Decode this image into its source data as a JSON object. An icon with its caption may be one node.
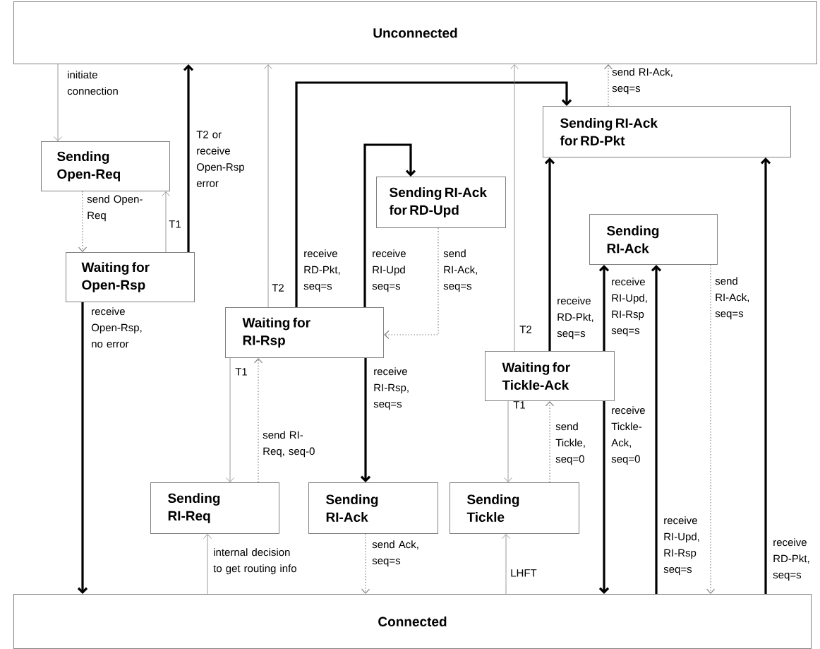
{
  "diagram": {
    "nodes": [
      {
        "text": [
          "Unconnected"
        ]
      },
      {
        "text": [
          "Sending Open-Req"
        ]
      },
      {
        "text": [
          "Waiting for Open-Rsp"
        ]
      },
      {
        "text": [
          "Sending RI-Ack for RD-Upd"
        ]
      },
      {
        "text": [
          "Sending RI-Ack for RD-Pkt"
        ]
      },
      {
        "text": [
          "Sending RI-Ack"
        ]
      },
      {
        "text": [
          "Waiting for RI-Rsp"
        ]
      },
      {
        "text": [
          "Waiting for Tickle-Ack"
        ]
      },
      {
        "text": [
          "Sending RI-Req"
        ]
      },
      {
        "text": [
          "Sending RI-Ack"
        ]
      },
      {
        "text": [
          "Sending Tickle"
        ]
      },
      {
        "text": [
          "Connected"
        ]
      }
    ],
    "edges": [
      {
        "from": 0,
        "to": 1,
        "arrow": "to",
        "label": "initiate connection"
      },
      {
        "from": 1,
        "to": 2,
        "arrow": "to",
        "label": "send Open-Req",
        "style": "dashed"
      },
      {
        "from": 2,
        "to": 1,
        "arrow": "to",
        "label": "T1"
      },
      {
        "from": 2,
        "to": 0,
        "arrow": "to",
        "label": "T2 or receive Open-Rsp error",
        "style": "thick",
        "color": "#000000"
      },
      {
        "from": 2,
        "to": 11,
        "arrow": "to",
        "label": "receive Open-Rsp, no error",
        "style": "thick",
        "color": "#000000"
      },
      {
        "from": 6,
        "to": 0,
        "arrow": "to",
        "label": "T2"
      },
      {
        "from": 6,
        "to": 4,
        "arrow": "to",
        "label": "receive RD-Pkt, seq=s",
        "style": "thick",
        "color": "#000000"
      },
      {
        "from": 6,
        "to": 3,
        "arrow": "to",
        "label": "receive RI-Upd seq=s",
        "style": "thick",
        "color": "#000000"
      },
      {
        "from": 3,
        "to": 6,
        "arrow": "to",
        "label": "send RI-Ack, seq=s",
        "style": "dashed"
      },
      {
        "from": 6,
        "to": 8,
        "arrow": "to",
        "label": "T1"
      },
      {
        "from": 8,
        "to": 6,
        "arrow": "to",
        "label": "send RI-Req, seq-0",
        "style": "dashed"
      },
      {
        "from": 6,
        "to": 9,
        "arrow": "to",
        "label": "receive RI-Rsp, seq=s",
        "style": "thick",
        "color": "#000000"
      },
      {
        "from": 9,
        "to": 11,
        "arrow": "to",
        "label": "send Ack, seq=s",
        "style": "dashed"
      },
      {
        "from": 11,
        "to": 8,
        "arrow": "to",
        "label": "internal decision to get routing info"
      },
      {
        "from": 7,
        "to": 0,
        "arrow": "to",
        "label": "T2"
      },
      {
        "from": 7,
        "to": 4,
        "arrow": "to",
        "label": "receive RD-Pkt, seq=s",
        "style": "thick",
        "color": "#000000"
      },
      {
        "from": 7,
        "to": 5,
        "arrow": "to",
        "label": "receive RI-Upd, RI-Rsp seq=s",
        "style": "thick",
        "color": "#000000"
      },
      {
        "from": 7,
        "to": 10,
        "arrow": "to",
        "label": "T1"
      },
      {
        "from": 10,
        "to": 7,
        "arrow": "to",
        "label": "send Tickle, seq=0",
        "style": "dashed"
      },
      {
        "from": 7,
        "to": 11,
        "arrow": "to",
        "label": "receive Tickle-Ack, seq=0",
        "style": "thick",
        "color": "#000000"
      },
      {
        "from": 11,
        "to": 10,
        "arrow": "to",
        "label": "LHFT"
      },
      {
        "from": 11,
        "to": 5,
        "arrow": "to",
        "label": "receive RI-Upd, RI-Rsp seq=s",
        "style": "thick",
        "color": "#000000"
      },
      {
        "from": 5,
        "to": 11,
        "arrow": "to",
        "label": "send RI-Ack, seq=s",
        "style": "dashed"
      },
      {
        "from": 11,
        "to": 4,
        "arrow": "to",
        "label": "receive RD-Pkt, seq=s",
        "style": "thick",
        "color": "#000000"
      },
      {
        "from": 4,
        "to": 0,
        "arrow": "to",
        "label": "send RI-Ack, seq=s",
        "style": "dashed"
      }
    ]
  }
}
